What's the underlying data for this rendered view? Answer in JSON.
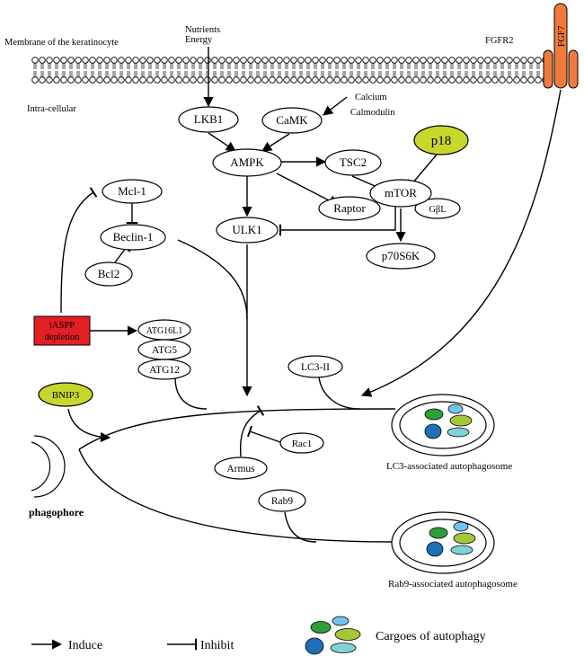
{
  "labels": {
    "membrane": "Membrane of the keratinocyte",
    "nutrients": "Nutrients",
    "energy": "Energy",
    "fgfr2": "FGFR2",
    "fgf7": "FGF7",
    "intracellular": "Intra-cellular",
    "calcium": "Calcium",
    "calmodulin": "Calmodulin",
    "lc3_autophagosome": "LC3-associated autophagosome",
    "rab9_autophagosome": "Rab9-associated autophagosome",
    "phagophore": "phagophore"
  },
  "nodes": {
    "lkb1": "LKB1",
    "camk": "CaMK",
    "ampk": "AMPK",
    "tsc2": "TSC2",
    "p18": "p18",
    "mtor": "mTOR",
    "raptor": "Raptor",
    "gbl": "GβL",
    "p70s6k": "p70S6K",
    "ulk1": "ULK1",
    "mcl1": "Mcl-1",
    "beclin1": "Beclin-1",
    "bcl2": "Bcl2",
    "iaspp_line1": "iASPP",
    "iaspp_line2": "depletion",
    "atg16l1": "ATG16L1",
    "atg5": "ATG5",
    "atg12": "ATG12",
    "lc3ii": "LC3-II",
    "bnip3": "BNIP3",
    "rac1": "Rac1",
    "armus": "Armus",
    "rab9": "Rab9"
  },
  "legend": {
    "induce": "Induce",
    "inhibit": "Inhibit",
    "cargoes": "Cargoes of autophagy"
  },
  "colors": {
    "p18_fill": "#c8d62b",
    "bnip3_fill": "#c8d62b",
    "iaspp_fill": "#e31e24",
    "receptor_fill": "#f07a3c",
    "cargo_green": "#2e9e3b",
    "cargo_lightblue": "#6fc6ea",
    "cargo_yellowgreen": "#a6c63a",
    "cargo_blue": "#1e6fb5",
    "cargo_cyan": "#7fd3d8"
  }
}
